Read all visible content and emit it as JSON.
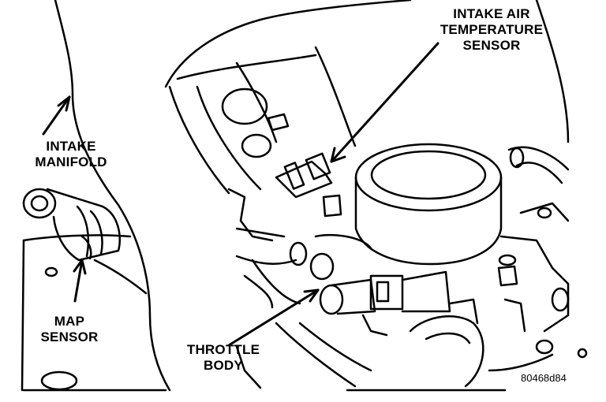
{
  "labels": {
    "iat_line1": "INTAKE AIR",
    "iat_line2": "TEMPERATURE",
    "iat_line3": "SENSOR",
    "manifold_line1": "INTAKE",
    "manifold_line2": "MANIFOLD",
    "map_line1": "MAP",
    "map_line2": "SENSOR",
    "throttle_line1": "THROTTLE",
    "throttle_line2": "BODY"
  },
  "figure_id": "80468d84"
}
